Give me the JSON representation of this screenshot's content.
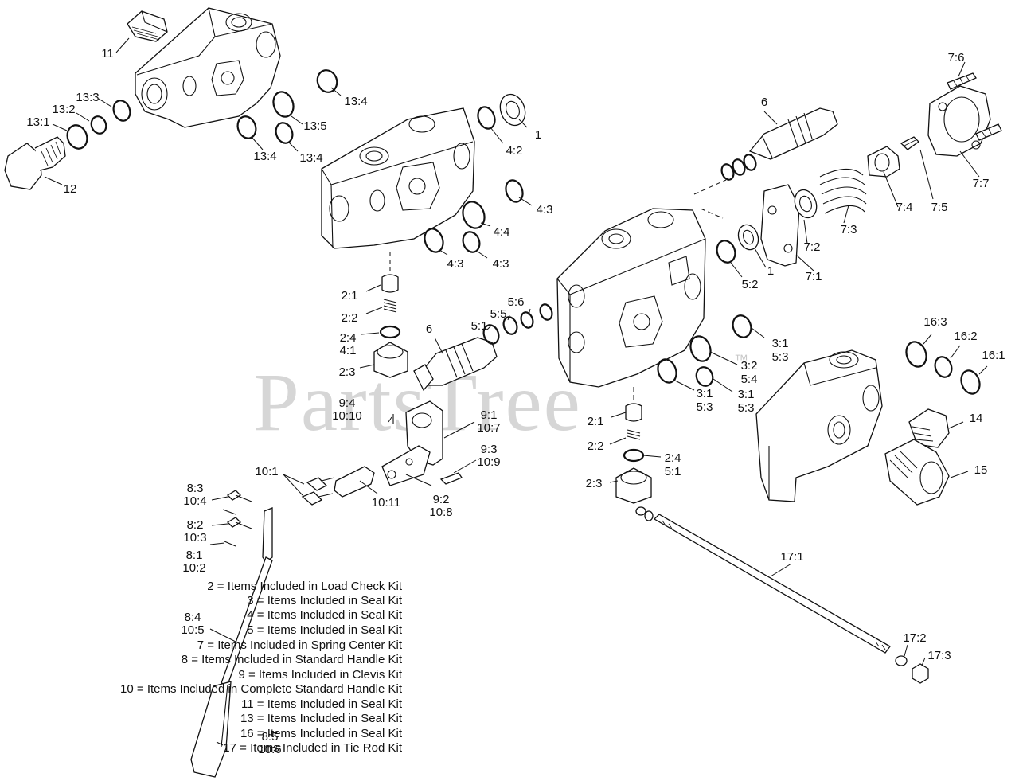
{
  "callouts": [
    {
      "id": "c11",
      "lines": [
        "11"
      ]
    },
    {
      "id": "c13-3",
      "lines": [
        "13:3"
      ]
    },
    {
      "id": "c13-2",
      "lines": [
        "13:2"
      ]
    },
    {
      "id": "c13-1",
      "lines": [
        "13:1"
      ]
    },
    {
      "id": "c12",
      "lines": [
        "12"
      ]
    },
    {
      "id": "c13-4a",
      "lines": [
        "13:4"
      ]
    },
    {
      "id": "c13-5",
      "lines": [
        "13:5"
      ]
    },
    {
      "id": "c13-4b",
      "lines": [
        "13:4"
      ]
    },
    {
      "id": "c13-4c",
      "lines": [
        "13:4"
      ]
    },
    {
      "id": "c1a",
      "lines": [
        "1"
      ]
    },
    {
      "id": "c4-2",
      "lines": [
        "4:2"
      ]
    },
    {
      "id": "c4-3a",
      "lines": [
        "4:3"
      ]
    },
    {
      "id": "c4-4",
      "lines": [
        "4:4"
      ]
    },
    {
      "id": "c4-3b",
      "lines": [
        "4:3"
      ]
    },
    {
      "id": "c4-3c",
      "lines": [
        "4:3"
      ]
    },
    {
      "id": "c2-1a",
      "lines": [
        "2:1"
      ]
    },
    {
      "id": "c2-2a",
      "lines": [
        "2:2"
      ]
    },
    {
      "id": "c2-4a",
      "lines": [
        "2:4",
        "4:1"
      ]
    },
    {
      "id": "c2-3a",
      "lines": [
        "2:3"
      ]
    },
    {
      "id": "c6a",
      "lines": [
        "6"
      ]
    },
    {
      "id": "c5-1a",
      "lines": [
        "5:1"
      ]
    },
    {
      "id": "c5-5",
      "lines": [
        "5:5"
      ]
    },
    {
      "id": "c5-6",
      "lines": [
        "5:6"
      ]
    },
    {
      "id": "c9-4",
      "lines": [
        "9:4",
        "10:10"
      ]
    },
    {
      "id": "c9-1",
      "lines": [
        "9:1",
        "10:7"
      ]
    },
    {
      "id": "c9-3",
      "lines": [
        "9:3",
        "10:9"
      ]
    },
    {
      "id": "c9-2",
      "lines": [
        "9:2",
        "10:8"
      ]
    },
    {
      "id": "c10-1",
      "lines": [
        "10:1"
      ]
    },
    {
      "id": "c10-11",
      "lines": [
        "10:11"
      ]
    },
    {
      "id": "c8-3",
      "lines": [
        "8:3",
        "10:4"
      ]
    },
    {
      "id": "c8-2",
      "lines": [
        "8:2",
        "10:3"
      ]
    },
    {
      "id": "c8-1",
      "lines": [
        "8:1",
        "10:2"
      ]
    },
    {
      "id": "c8-4",
      "lines": [
        "8:4",
        "10:5"
      ]
    },
    {
      "id": "c8-5",
      "lines": [
        "8:5",
        "10:6"
      ]
    },
    {
      "id": "c6b",
      "lines": [
        "6"
      ]
    },
    {
      "id": "c7-6",
      "lines": [
        "7:6"
      ]
    },
    {
      "id": "c7-7",
      "lines": [
        "7:7"
      ]
    },
    {
      "id": "c7-5",
      "lines": [
        "7:5"
      ]
    },
    {
      "id": "c7-4",
      "lines": [
        "7:4"
      ]
    },
    {
      "id": "c7-3",
      "lines": [
        "7:3"
      ]
    },
    {
      "id": "c7-2",
      "lines": [
        "7:2"
      ]
    },
    {
      "id": "c7-1",
      "lines": [
        "7:1"
      ]
    },
    {
      "id": "c1b",
      "lines": [
        "1"
      ]
    },
    {
      "id": "c5-2",
      "lines": [
        "5:2"
      ]
    },
    {
      "id": "c3-1a",
      "lines": [
        "3:1",
        "5:3"
      ]
    },
    {
      "id": "c3-2",
      "lines": [
        "3:2",
        "5:4"
      ]
    },
    {
      "id": "c3-1b",
      "lines": [
        "3:1",
        "5:3"
      ]
    },
    {
      "id": "c3-1c",
      "lines": [
        "3:1",
        "5:3"
      ]
    },
    {
      "id": "c2-1b",
      "lines": [
        "2:1"
      ]
    },
    {
      "id": "c2-2b",
      "lines": [
        "2:2"
      ]
    },
    {
      "id": "c2-4b",
      "lines": [
        "2:4",
        "5:1"
      ]
    },
    {
      "id": "c2-3b",
      "lines": [
        "2:3"
      ]
    },
    {
      "id": "c16-3",
      "lines": [
        "16:3"
      ]
    },
    {
      "id": "c16-2",
      "lines": [
        "16:2"
      ]
    },
    {
      "id": "c16-1",
      "lines": [
        "16:1"
      ]
    },
    {
      "id": "c14",
      "lines": [
        "14"
      ]
    },
    {
      "id": "c15",
      "lines": [
        "15"
      ]
    },
    {
      "id": "c17-1",
      "lines": [
        "17:1"
      ]
    },
    {
      "id": "c17-2",
      "lines": [
        "17:2"
      ]
    },
    {
      "id": "c17-3",
      "lines": [
        "17:3"
      ]
    }
  ],
  "legend": [
    {
      "num": "2",
      "text": "Items Included in Load Check Kit"
    },
    {
      "num": "3",
      "text": "Items Included in Seal Kit"
    },
    {
      "num": "4",
      "text": "Items Included in Seal Kit"
    },
    {
      "num": "5",
      "text": "Items Included in Seal Kit"
    },
    {
      "num": "7",
      "text": "Items Included in Spring Center Kit"
    },
    {
      "num": "8",
      "text": "Items Included in Standard Handle Kit"
    },
    {
      "num": "9",
      "text": "Items Included in Clevis Kit"
    },
    {
      "num": "10",
      "text": "Items Included in Complete Standard Handle Kit"
    },
    {
      "num": "11",
      "text": "Items Included in Seal Kit"
    },
    {
      "num": "13",
      "text": "Items Included in Seal Kit"
    },
    {
      "num": "16",
      "text": "Items Included in Seal Kit"
    },
    {
      "num": "17",
      "text": "Items Included in Tie Rod Kit"
    }
  ],
  "watermark": {
    "text": "PartsTree",
    "mark": "™"
  }
}
